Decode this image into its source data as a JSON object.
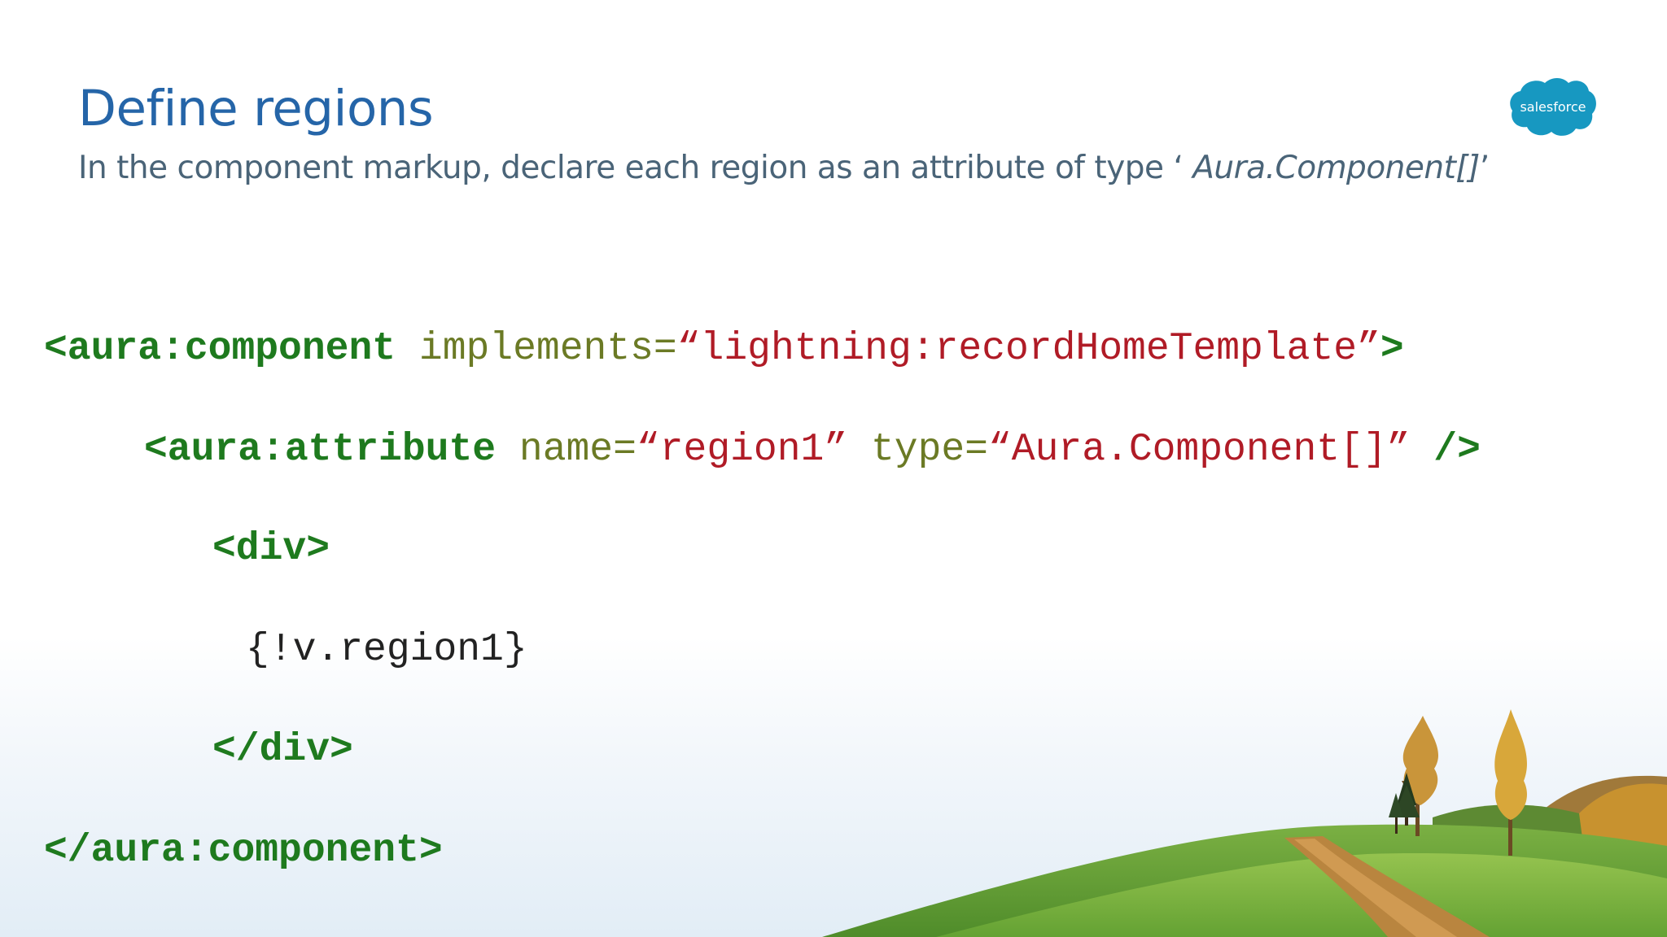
{
  "slide": {
    "title": "Define regions",
    "subtitle_prefix": "In the component markup, declare each region as an attribute of type ‘ ",
    "subtitle_type": "Aura.Component[]",
    "subtitle_suffix": "’"
  },
  "logo": {
    "text": "salesforce",
    "color": "#1798c1"
  },
  "code": {
    "line1": {
      "tag": "<aura:component",
      "attr": " implements=",
      "value": "“lightning:recordHomeTemplate”",
      "close": ">"
    },
    "line2": {
      "tag": "<aura:attribute",
      "attr_name": " name=",
      "value_name": "“region1”",
      "attr_type": " type=",
      "value_type": "“Aura.Component[]”",
      "close": " />"
    },
    "line3": {
      "tag": "<div>"
    },
    "line4": {
      "expr": "{!v.region1}"
    },
    "line5": {
      "tag": "</div>"
    },
    "line6": {
      "tag": "</aura:component>"
    }
  },
  "colors": {
    "title": "#2565a8",
    "tag": "#1e7a1e",
    "attr": "#6b7a25",
    "string": "#b01b26",
    "text": "#222222"
  }
}
